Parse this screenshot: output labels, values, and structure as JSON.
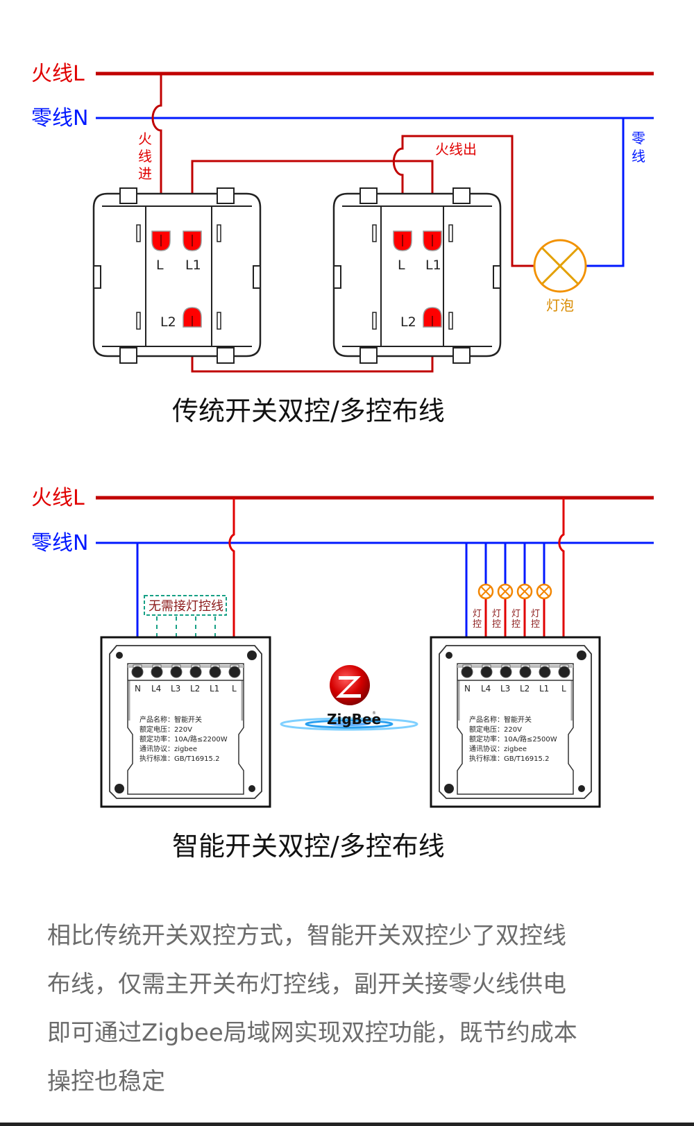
{
  "legend": {
    "live_label": "火线L",
    "neutral_label": "零线N"
  },
  "colors": {
    "live": "#c00000",
    "live_bright": "#e00000",
    "neutral": "#0018ff",
    "bulb": "#f29100",
    "terminal": "#ff0000",
    "dashed": "#16a085",
    "label_dark_red": "#8b1a1a",
    "paragraph": "#6b6b6b"
  },
  "traditional": {
    "title": "传统开关双控/多控布线",
    "live_in_label": "火线进",
    "live_out_label": "火线出",
    "neutral_label": "零线",
    "bulb_label": "灯泡",
    "switches": [
      {
        "terminals": [
          "L",
          "L1",
          "L2"
        ]
      },
      {
        "terminals": [
          "L",
          "L1",
          "L2"
        ]
      }
    ]
  },
  "smart": {
    "title": "智能开关双控/多控布线",
    "no_light_wire_label": "无需接灯控线",
    "light_control_label": "灯控",
    "protocol_logo": "ZigBee",
    "switches": [
      {
        "terminals": [
          "N",
          "L4",
          "L3",
          "L2",
          "L1",
          "L"
        ],
        "specs": [
          {
            "key": "产品名称：",
            "value": "智能开关"
          },
          {
            "key": "额定电压：",
            "value": "220V"
          },
          {
            "key": "额定功率：",
            "value": "10A/路≤2200W"
          },
          {
            "key": "通讯协议：",
            "value": "zigbee"
          },
          {
            "key": "执行标准：",
            "value": "GB/T16915.2"
          }
        ]
      },
      {
        "terminals": [
          "N",
          "L4",
          "L3",
          "L2",
          "L1",
          "L"
        ],
        "specs": [
          {
            "key": "产品名称：",
            "value": "智能开关"
          },
          {
            "key": "额定电压：",
            "value": "220V"
          },
          {
            "key": "额定功率：",
            "value": "10A/路≤2500W"
          },
          {
            "key": "通讯协议：",
            "value": "zigbee"
          },
          {
            "key": "执行标准：",
            "value": "GB/T16915.2"
          }
        ]
      }
    ]
  },
  "description": {
    "lines": [
      "相比传统开关双控方式，智能开关双控少了双控线",
      "布线，仅需主开关布灯控线，副开关接零火线供电",
      "即可通过Zigbee局域网实现双控功能，既节约成本",
      "操控也稳定"
    ]
  }
}
